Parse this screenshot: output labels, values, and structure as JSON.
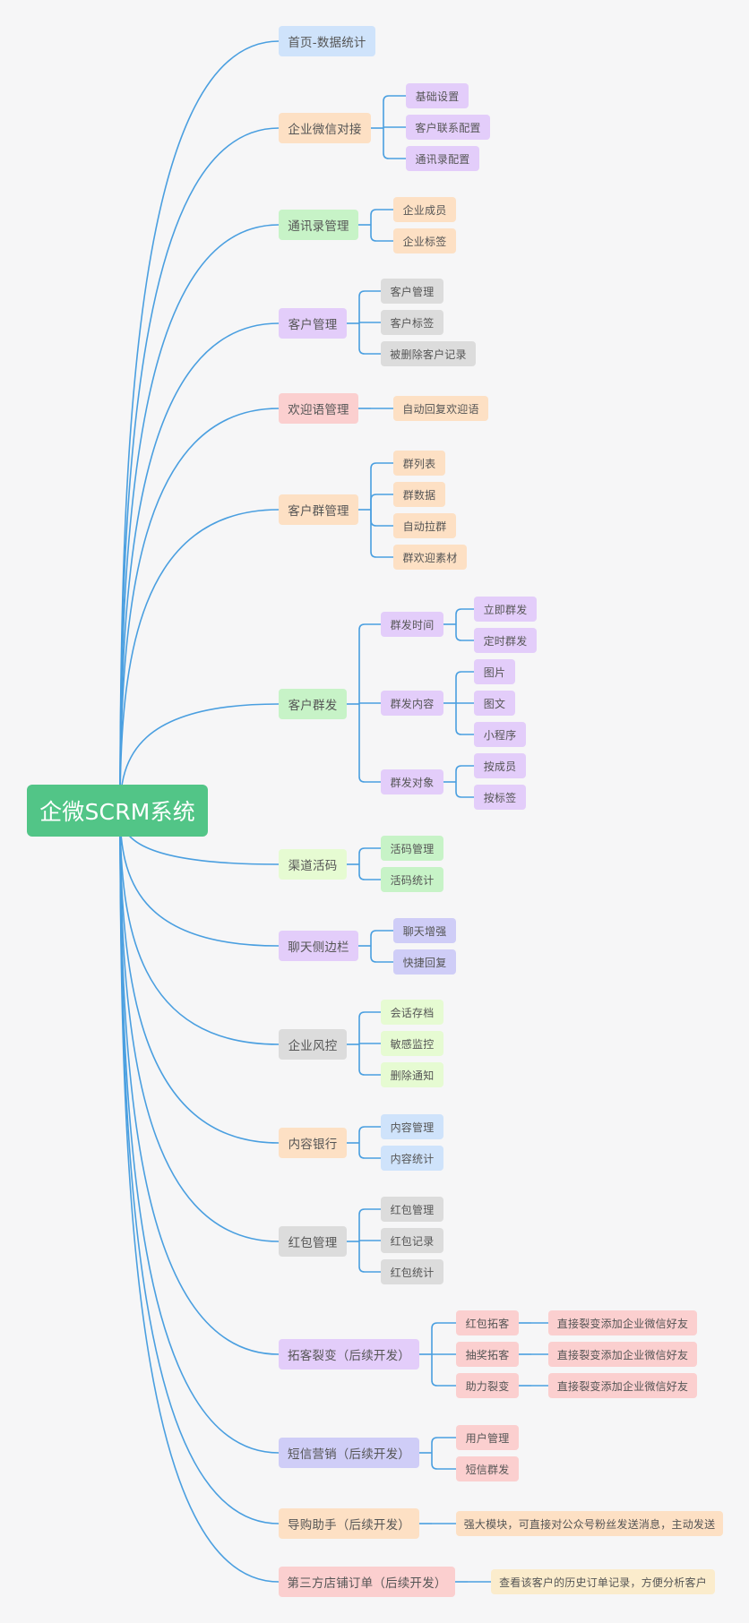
{
  "palette": {
    "blue": "#cfe3fb",
    "orange": "#fde0c4",
    "green": "#c7f3c7",
    "purple": "#e3cdfa",
    "red": "#fbcfcf",
    "gray": "#dcdcdc",
    "lime": "#e6fbd2",
    "lavender": "#cfcdf7",
    "yellow": "#fbeccc",
    "root": "#52c587",
    "line": "#4a9fe0"
  },
  "root": {
    "label": "企微SCRM系统",
    "color": "root"
  },
  "branches": [
    {
      "label": "首页-数据统计",
      "color": "blue",
      "children": []
    },
    {
      "label": "企业微信对接",
      "color": "orange",
      "children": [
        {
          "label": "基础设置",
          "color": "purple"
        },
        {
          "label": "客户联系配置",
          "color": "purple"
        },
        {
          "label": "通讯录配置",
          "color": "purple"
        }
      ]
    },
    {
      "label": "通讯录管理",
      "color": "green",
      "children": [
        {
          "label": "企业成员",
          "color": "orange"
        },
        {
          "label": "企业标签",
          "color": "orange"
        }
      ]
    },
    {
      "label": "客户管理",
      "color": "purple",
      "children": [
        {
          "label": "客户管理",
          "color": "gray"
        },
        {
          "label": "客户标签",
          "color": "gray"
        },
        {
          "label": "被删除客户记录",
          "color": "gray"
        }
      ]
    },
    {
      "label": "欢迎语管理",
      "color": "red",
      "children": [
        {
          "label": "自动回复欢迎语",
          "color": "orange"
        }
      ]
    },
    {
      "label": "客户群管理",
      "color": "orange",
      "children": [
        {
          "label": "群列表",
          "color": "orange"
        },
        {
          "label": "群数据",
          "color": "orange"
        },
        {
          "label": "自动拉群",
          "color": "orange"
        },
        {
          "label": "群欢迎素材",
          "color": "orange"
        }
      ]
    },
    {
      "label": "客户群发",
      "color": "green",
      "children": [
        {
          "label": "群发时间",
          "color": "purple",
          "children": [
            {
              "label": "立即群发",
              "color": "purple"
            },
            {
              "label": "定时群发",
              "color": "purple"
            }
          ]
        },
        {
          "label": "群发内容",
          "color": "purple",
          "children": [
            {
              "label": "图片",
              "color": "purple"
            },
            {
              "label": "图文",
              "color": "purple"
            },
            {
              "label": "小程序",
              "color": "purple"
            }
          ]
        },
        {
          "label": "群发对象",
          "color": "purple",
          "children": [
            {
              "label": "按成员",
              "color": "purple"
            },
            {
              "label": "按标签",
              "color": "purple"
            }
          ]
        }
      ]
    },
    {
      "label": "渠道活码",
      "color": "lime",
      "children": [
        {
          "label": "活码管理",
          "color": "green"
        },
        {
          "label": "活码统计",
          "color": "green"
        }
      ]
    },
    {
      "label": "聊天侧边栏",
      "color": "purple",
      "children": [
        {
          "label": "聊天增强",
          "color": "lavender"
        },
        {
          "label": "快捷回复",
          "color": "lavender"
        }
      ]
    },
    {
      "label": "企业风控",
      "color": "gray",
      "children": [
        {
          "label": "会话存档",
          "color": "lime"
        },
        {
          "label": "敏感监控",
          "color": "lime"
        },
        {
          "label": "删除通知",
          "color": "lime"
        }
      ]
    },
    {
      "label": "内容银行",
      "color": "orange",
      "children": [
        {
          "label": "内容管理",
          "color": "blue"
        },
        {
          "label": "内容统计",
          "color": "blue"
        }
      ]
    },
    {
      "label": "红包管理",
      "color": "gray",
      "children": [
        {
          "label": "红包管理",
          "color": "gray"
        },
        {
          "label": "红包记录",
          "color": "gray"
        },
        {
          "label": "红包统计",
          "color": "gray"
        }
      ]
    },
    {
      "label": "拓客裂变（后续开发）",
      "color": "purple",
      "children": [
        {
          "label": "红包拓客",
          "color": "red",
          "children": [
            {
              "label": "直接裂变添加企业微信好友",
              "color": "red"
            }
          ]
        },
        {
          "label": "抽奖拓客",
          "color": "red",
          "children": [
            {
              "label": "直接裂变添加企业微信好友",
              "color": "red"
            }
          ]
        },
        {
          "label": "助力裂变",
          "color": "red",
          "children": [
            {
              "label": "直接裂变添加企业微信好友",
              "color": "red"
            }
          ]
        }
      ]
    },
    {
      "label": "短信营销（后续开发）",
      "color": "lavender",
      "children": [
        {
          "label": "用户管理",
          "color": "red"
        },
        {
          "label": "短信群发",
          "color": "red"
        }
      ]
    },
    {
      "label": "导购助手（后续开发）",
      "color": "orange",
      "children": [
        {
          "label": "强大模块，可直接对公众号粉丝发送消息，主动发送",
          "color": "orange"
        }
      ]
    },
    {
      "label": "第三方店铺订单（后续开发）",
      "color": "red",
      "children": [
        {
          "label": "查看该客户的历史订单记录，方便分析客户",
          "color": "yellow"
        }
      ]
    }
  ]
}
